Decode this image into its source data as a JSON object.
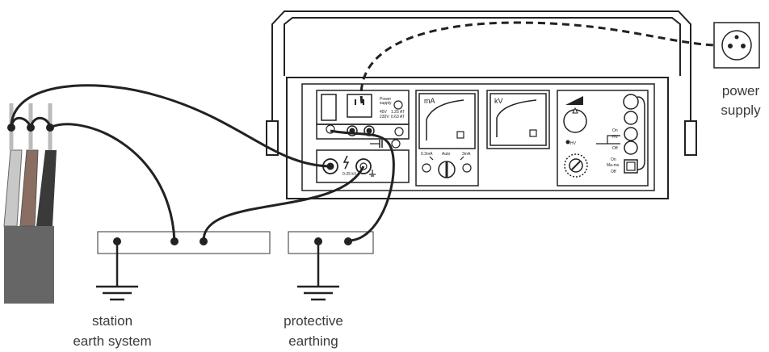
{
  "labels": {
    "power_supply": [
      "power",
      "supply"
    ],
    "station_earth": [
      "station",
      "earth system"
    ],
    "protective_earthing": [
      "protective",
      "earthing"
    ]
  },
  "instrument": {
    "meter_current_unit": "mA",
    "meter_voltage_unit": "kV",
    "power_label": [
      "Power",
      "supply"
    ],
    "power_ratings": [
      "45V",
      "230V",
      "1.25 AT",
      "0.63 AT"
    ],
    "hv_label": "HV",
    "range_labels": [
      "0.3mA",
      "Auto",
      "3mA"
    ],
    "fuse_label": "0-25 kV",
    "side_labels": [
      "On",
      "HV",
      "Off",
      "On",
      "Ma-ms",
      "Off"
    ]
  }
}
